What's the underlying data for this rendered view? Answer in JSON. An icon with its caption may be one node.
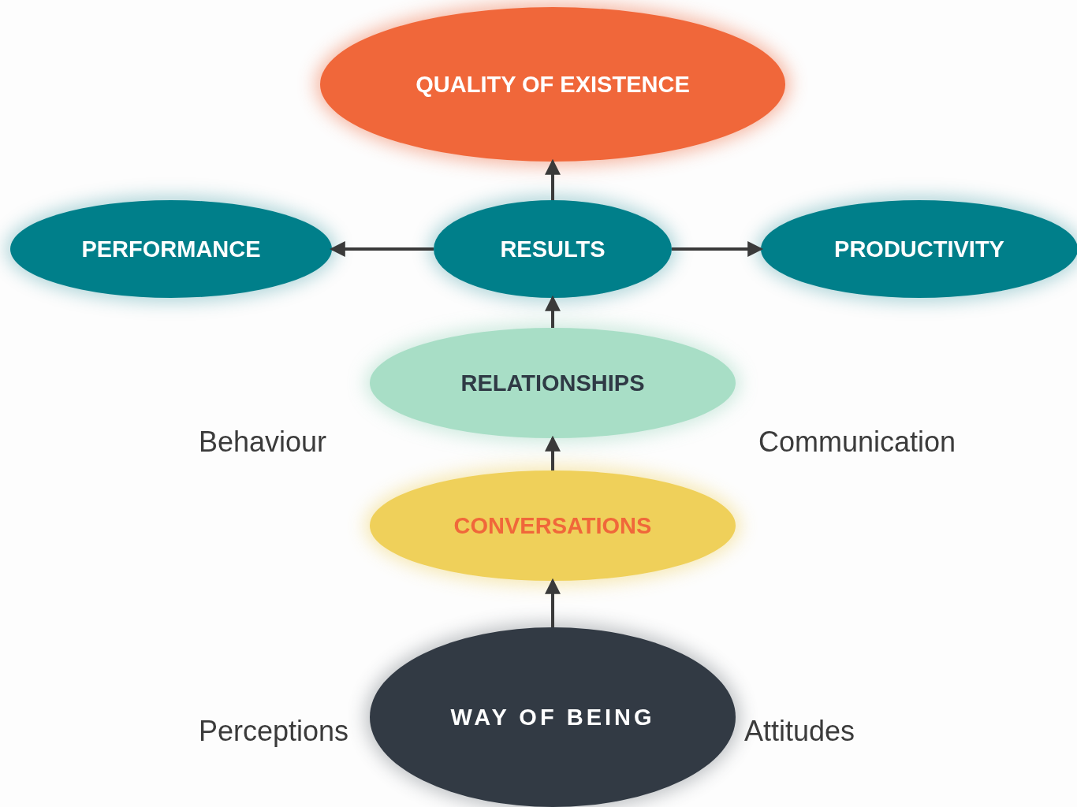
{
  "diagram": {
    "nodes": [
      {
        "text": [
          "QUALITY OF EXISTENCE"
        ]
      },
      {
        "text": [
          "PERFORMANCE"
        ]
      },
      {
        "text": [
          "RESULTS"
        ]
      },
      {
        "text": [
          "PRODUCTIVITY"
        ]
      },
      {
        "text": [
          "RELATIONSHIPS"
        ]
      },
      {
        "text": [
          "CONVERSATIONS"
        ]
      },
      {
        "text": [
          "WAY OF BEING"
        ]
      }
    ],
    "edges": [
      {
        "from": 2,
        "to": 0,
        "arrow": "to"
      },
      {
        "from": 2,
        "to": 1,
        "arrow": "to"
      },
      {
        "from": 2,
        "to": 3,
        "arrow": "to"
      },
      {
        "from": 4,
        "to": 2,
        "arrow": "to"
      },
      {
        "from": 5,
        "to": 4,
        "arrow": "to"
      },
      {
        "from": 6,
        "to": 5,
        "arrow": "to"
      }
    ],
    "labels": [
      "Behaviour",
      "Communication",
      "Perceptions",
      "Attitudes"
    ]
  }
}
